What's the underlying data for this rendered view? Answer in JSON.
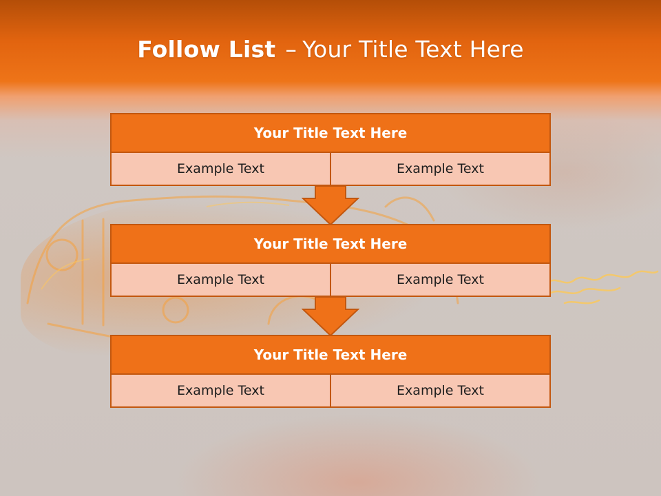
{
  "slide": {
    "title_bold": "Follow List",
    "title_separator": "–",
    "title_rest": "Your Title Text Here"
  },
  "steps": [
    {
      "title": "Your Title Text Here",
      "left": "Example Text",
      "right": "Example Text"
    },
    {
      "title": "Your Title Text Here",
      "left": "Example Text",
      "right": "Example Text"
    },
    {
      "title": "Your Title Text Here",
      "left": "Example Text",
      "right": "Example Text"
    }
  ],
  "colors": {
    "accent": "#ef7118",
    "border": "#c2570f",
    "cell_fill": "#f8c7b3",
    "title_text": "#ffffff"
  }
}
